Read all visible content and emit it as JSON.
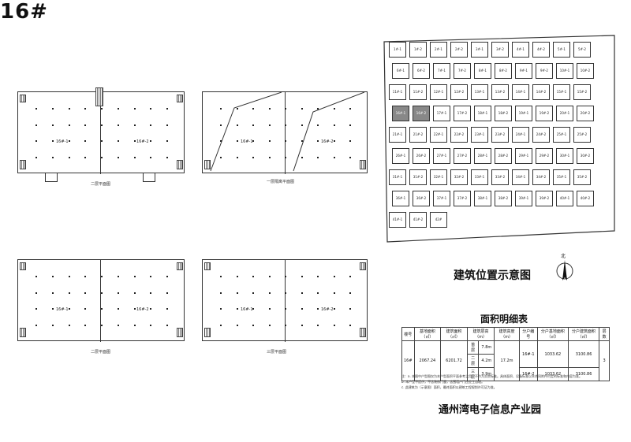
{
  "page_title": "16#",
  "plans": [
    {
      "id": "p1",
      "units": [
        "16#-1",
        "16#-2"
      ],
      "label": "二层平面图"
    },
    {
      "id": "p2",
      "units": [
        "16#-1",
        "16#-2"
      ],
      "label": "一层隔离平面图"
    },
    {
      "id": "p3",
      "units": [
        "16#-1",
        "16#-2"
      ],
      "label": "二层平面图"
    },
    {
      "id": "p4",
      "units": [
        "16#-1",
        "16#-2"
      ],
      "label": "三层平面图"
    }
  ],
  "site_map": {
    "caption": "建筑位置示意图",
    "north_label": "北",
    "highlighted": [
      "16#-1",
      "16#-2"
    ],
    "buildings": [
      "1#-1",
      "1#-2",
      "2#-1",
      "2#-2",
      "3#-1",
      "3#-2",
      "4#-1",
      "4#-2",
      "5#-1",
      "5#-2",
      "6#-1",
      "6#-2",
      "7#-1",
      "7#-2",
      "8#-1",
      "8#-2",
      "9#-1",
      "9#-2",
      "10#-1",
      "10#-2",
      "11#-1",
      "11#-2",
      "12#-1",
      "12#-2",
      "13#-1",
      "13#-2",
      "14#-1",
      "14#-2",
      "15#-1",
      "15#-2",
      "16#-1",
      "16#-2",
      "17#-1",
      "17#-2",
      "18#-1",
      "18#-2",
      "19#-1",
      "19#-2",
      "20#-1",
      "20#-2",
      "21#-1",
      "21#-2",
      "22#-1",
      "22#-2",
      "23#-1",
      "23#-2",
      "24#-1",
      "24#-2",
      "25#-1",
      "25#-2",
      "26#-1",
      "26#-2",
      "27#-1",
      "27#-2",
      "28#-1",
      "28#-2",
      "29#-1",
      "29#-2",
      "30#-1",
      "30#-2",
      "31#-1",
      "31#-2",
      "32#-1",
      "32#-2",
      "33#-1",
      "33#-2",
      "34#-1",
      "34#-2",
      "35#-1",
      "35#-2",
      "36#-1",
      "36#-2",
      "37#-1",
      "37#-2",
      "38#-1",
      "38#-2",
      "39#-1",
      "39#-2",
      "40#-1",
      "40#-2",
      "41#-1",
      "41#-2",
      "42#"
    ]
  },
  "area_table": {
    "title": "面积明细表",
    "headers": [
      "楼号",
      "基地面积（㎡）",
      "建筑面积（㎡）",
      "建筑层高（m）",
      "",
      "建筑高度（m）",
      "分户编号",
      "分户基地面积（㎡）",
      "分户建筑面积（㎡）",
      "层数"
    ],
    "building": "16#",
    "base_area": "2067.24",
    "floor_area": "6201.72",
    "floors": [
      {
        "name": "首层",
        "height": "7.8m"
      },
      {
        "name": "二层",
        "height": "4.2m"
      },
      {
        "name": "三层",
        "height": "3.9m"
      }
    ],
    "total_height": "17.2m",
    "units": [
      {
        "id": "16#-1",
        "base": "1033.62",
        "area": "3100.86"
      },
      {
        "id": "16#-2",
        "base": "1033.62",
        "area": "3100.86"
      }
    ],
    "layers": "3"
  },
  "notes": [
    "注：a. 本图中户型图仅为本户型面积平面参考之用，不作为交房标准。具体面积、设备标准以本合同附件约定的标准和内容为准。",
    "b. 本户型不提供，不含装修门窗，含围墙户门由业主自理。",
    "c. 此建筑为（示意图）面积，最终面积以建筑工程规划许可证为准。"
  ],
  "footer": "通州湾电子信息产业园"
}
